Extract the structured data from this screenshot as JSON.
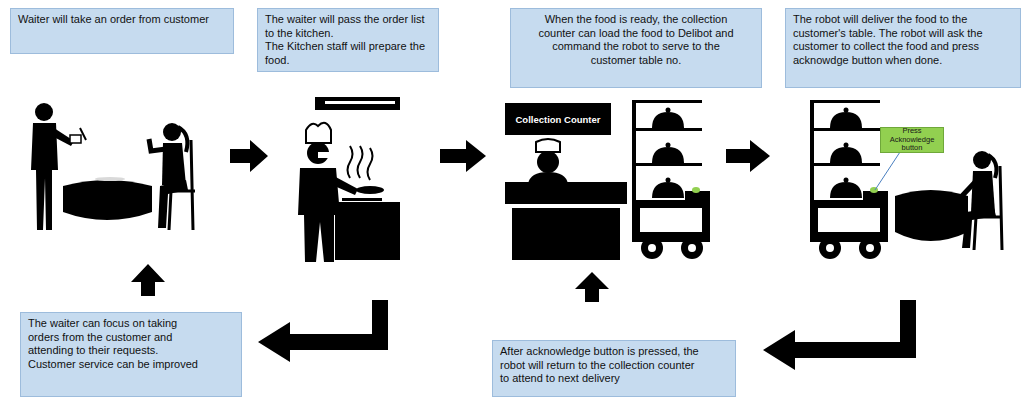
{
  "diagram": {
    "nodes": [
      {
        "text": [
          "Waiter will take an order from customer"
        ]
      },
      {
        "text": [
          "The waiter will pass the order list to the kitchen.",
          "The Kitchen staff will prepare the food."
        ]
      },
      {
        "text": [
          "When the food is ready, the collection counter can load the food to Delibot and command the robot to serve to the customer table no."
        ]
      },
      {
        "text": [
          "The robot will deliver the food to the customer's table. The robot will ask the customer to collect the food and press acknowdge button when done."
        ]
      },
      {
        "text": [
          "Collection Counter"
        ]
      },
      {
        "text": [
          "Press Acknowledge button"
        ]
      },
      {
        "text": [
          "The waiter can focus on taking orders from the customer and attending to their requests. Customer service can be improved"
        ]
      },
      {
        "text": [
          "After acknowledge button is pressed, the robot will return to the collection counter to attend to next delivery"
        ]
      }
    ]
  }
}
